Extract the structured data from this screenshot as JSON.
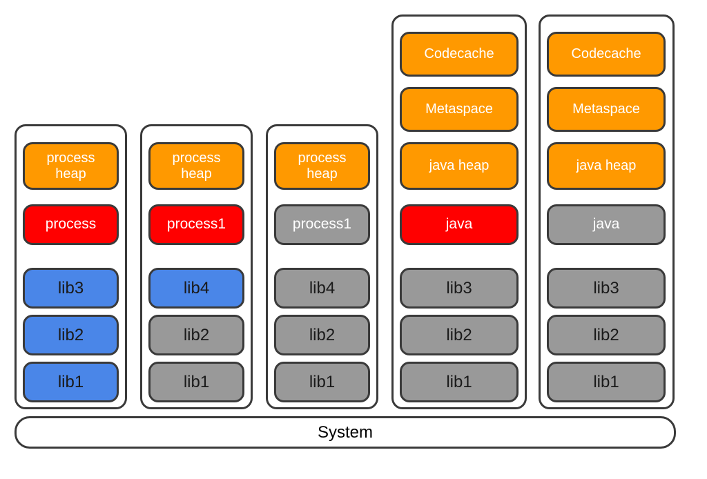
{
  "colors": {
    "orange": "#ff9900",
    "red": "#ff0000",
    "blue": "#4a86e8",
    "grey": "#999999",
    "border": "#3a3a3a"
  },
  "columns": [
    {
      "blocks": [
        {
          "label": "process\nheap",
          "kind": "orange"
        },
        {
          "label": "process",
          "kind": "red"
        },
        {
          "label": "lib3",
          "kind": "blue"
        },
        {
          "label": "lib2",
          "kind": "blue"
        },
        {
          "label": "lib1",
          "kind": "blue"
        }
      ]
    },
    {
      "blocks": [
        {
          "label": "process\nheap",
          "kind": "orange"
        },
        {
          "label": "process1",
          "kind": "red"
        },
        {
          "label": "lib4",
          "kind": "blue"
        },
        {
          "label": "lib2",
          "kind": "grey"
        },
        {
          "label": "lib1",
          "kind": "grey"
        }
      ]
    },
    {
      "blocks": [
        {
          "label": "process\nheap",
          "kind": "orange"
        },
        {
          "label": "process1",
          "kind": "grey"
        },
        {
          "label": "lib4",
          "kind": "grey"
        },
        {
          "label": "lib2",
          "kind": "grey"
        },
        {
          "label": "lib1",
          "kind": "grey"
        }
      ]
    },
    {
      "blocks": [
        {
          "label": "Codecache",
          "kind": "orange"
        },
        {
          "label": "Metaspace",
          "kind": "orange"
        },
        {
          "label": "java heap",
          "kind": "orange"
        },
        {
          "label": "java",
          "kind": "red"
        },
        {
          "label": "lib3",
          "kind": "grey"
        },
        {
          "label": "lib2",
          "kind": "grey"
        },
        {
          "label": "lib1",
          "kind": "grey"
        }
      ]
    },
    {
      "blocks": [
        {
          "label": "Codecache",
          "kind": "orange"
        },
        {
          "label": "Metaspace",
          "kind": "orange"
        },
        {
          "label": "java heap",
          "kind": "orange"
        },
        {
          "label": "java",
          "kind": "grey"
        },
        {
          "label": "lib3",
          "kind": "grey"
        },
        {
          "label": "lib2",
          "kind": "grey"
        },
        {
          "label": "lib1",
          "kind": "grey"
        }
      ]
    }
  ],
  "system": {
    "label": "System"
  }
}
